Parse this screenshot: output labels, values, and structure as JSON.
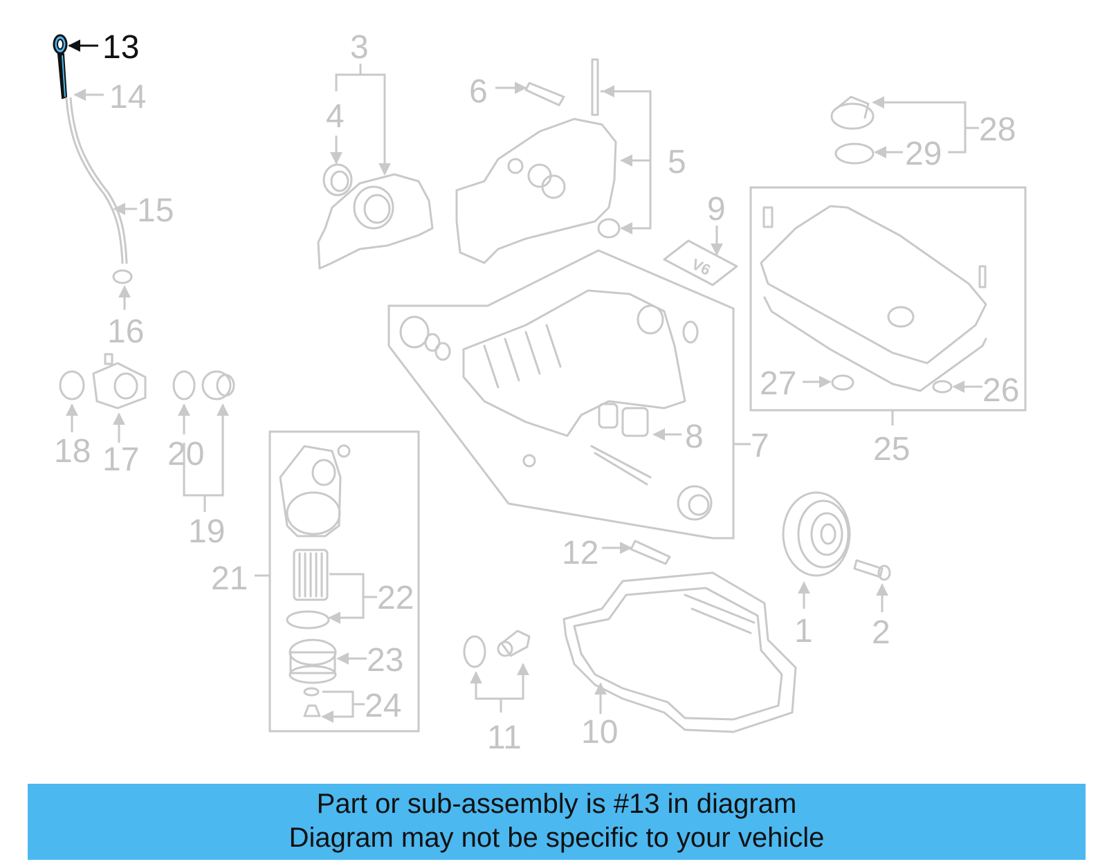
{
  "diagram": {
    "highlighted_callout": "13",
    "callouts": [
      "1",
      "2",
      "3",
      "4",
      "5",
      "6",
      "7",
      "8",
      "9",
      "10",
      "11",
      "12",
      "13",
      "14",
      "15",
      "16",
      "17",
      "18",
      "19",
      "20",
      "21",
      "22",
      "23",
      "24",
      "25",
      "26",
      "27",
      "28",
      "29"
    ],
    "badge_text": "V6"
  },
  "banner": {
    "line1": "Part or sub-assembly is #13 in diagram",
    "line2": "Diagram may not be specific to your vehicle",
    "color": "#4cb8f0"
  }
}
